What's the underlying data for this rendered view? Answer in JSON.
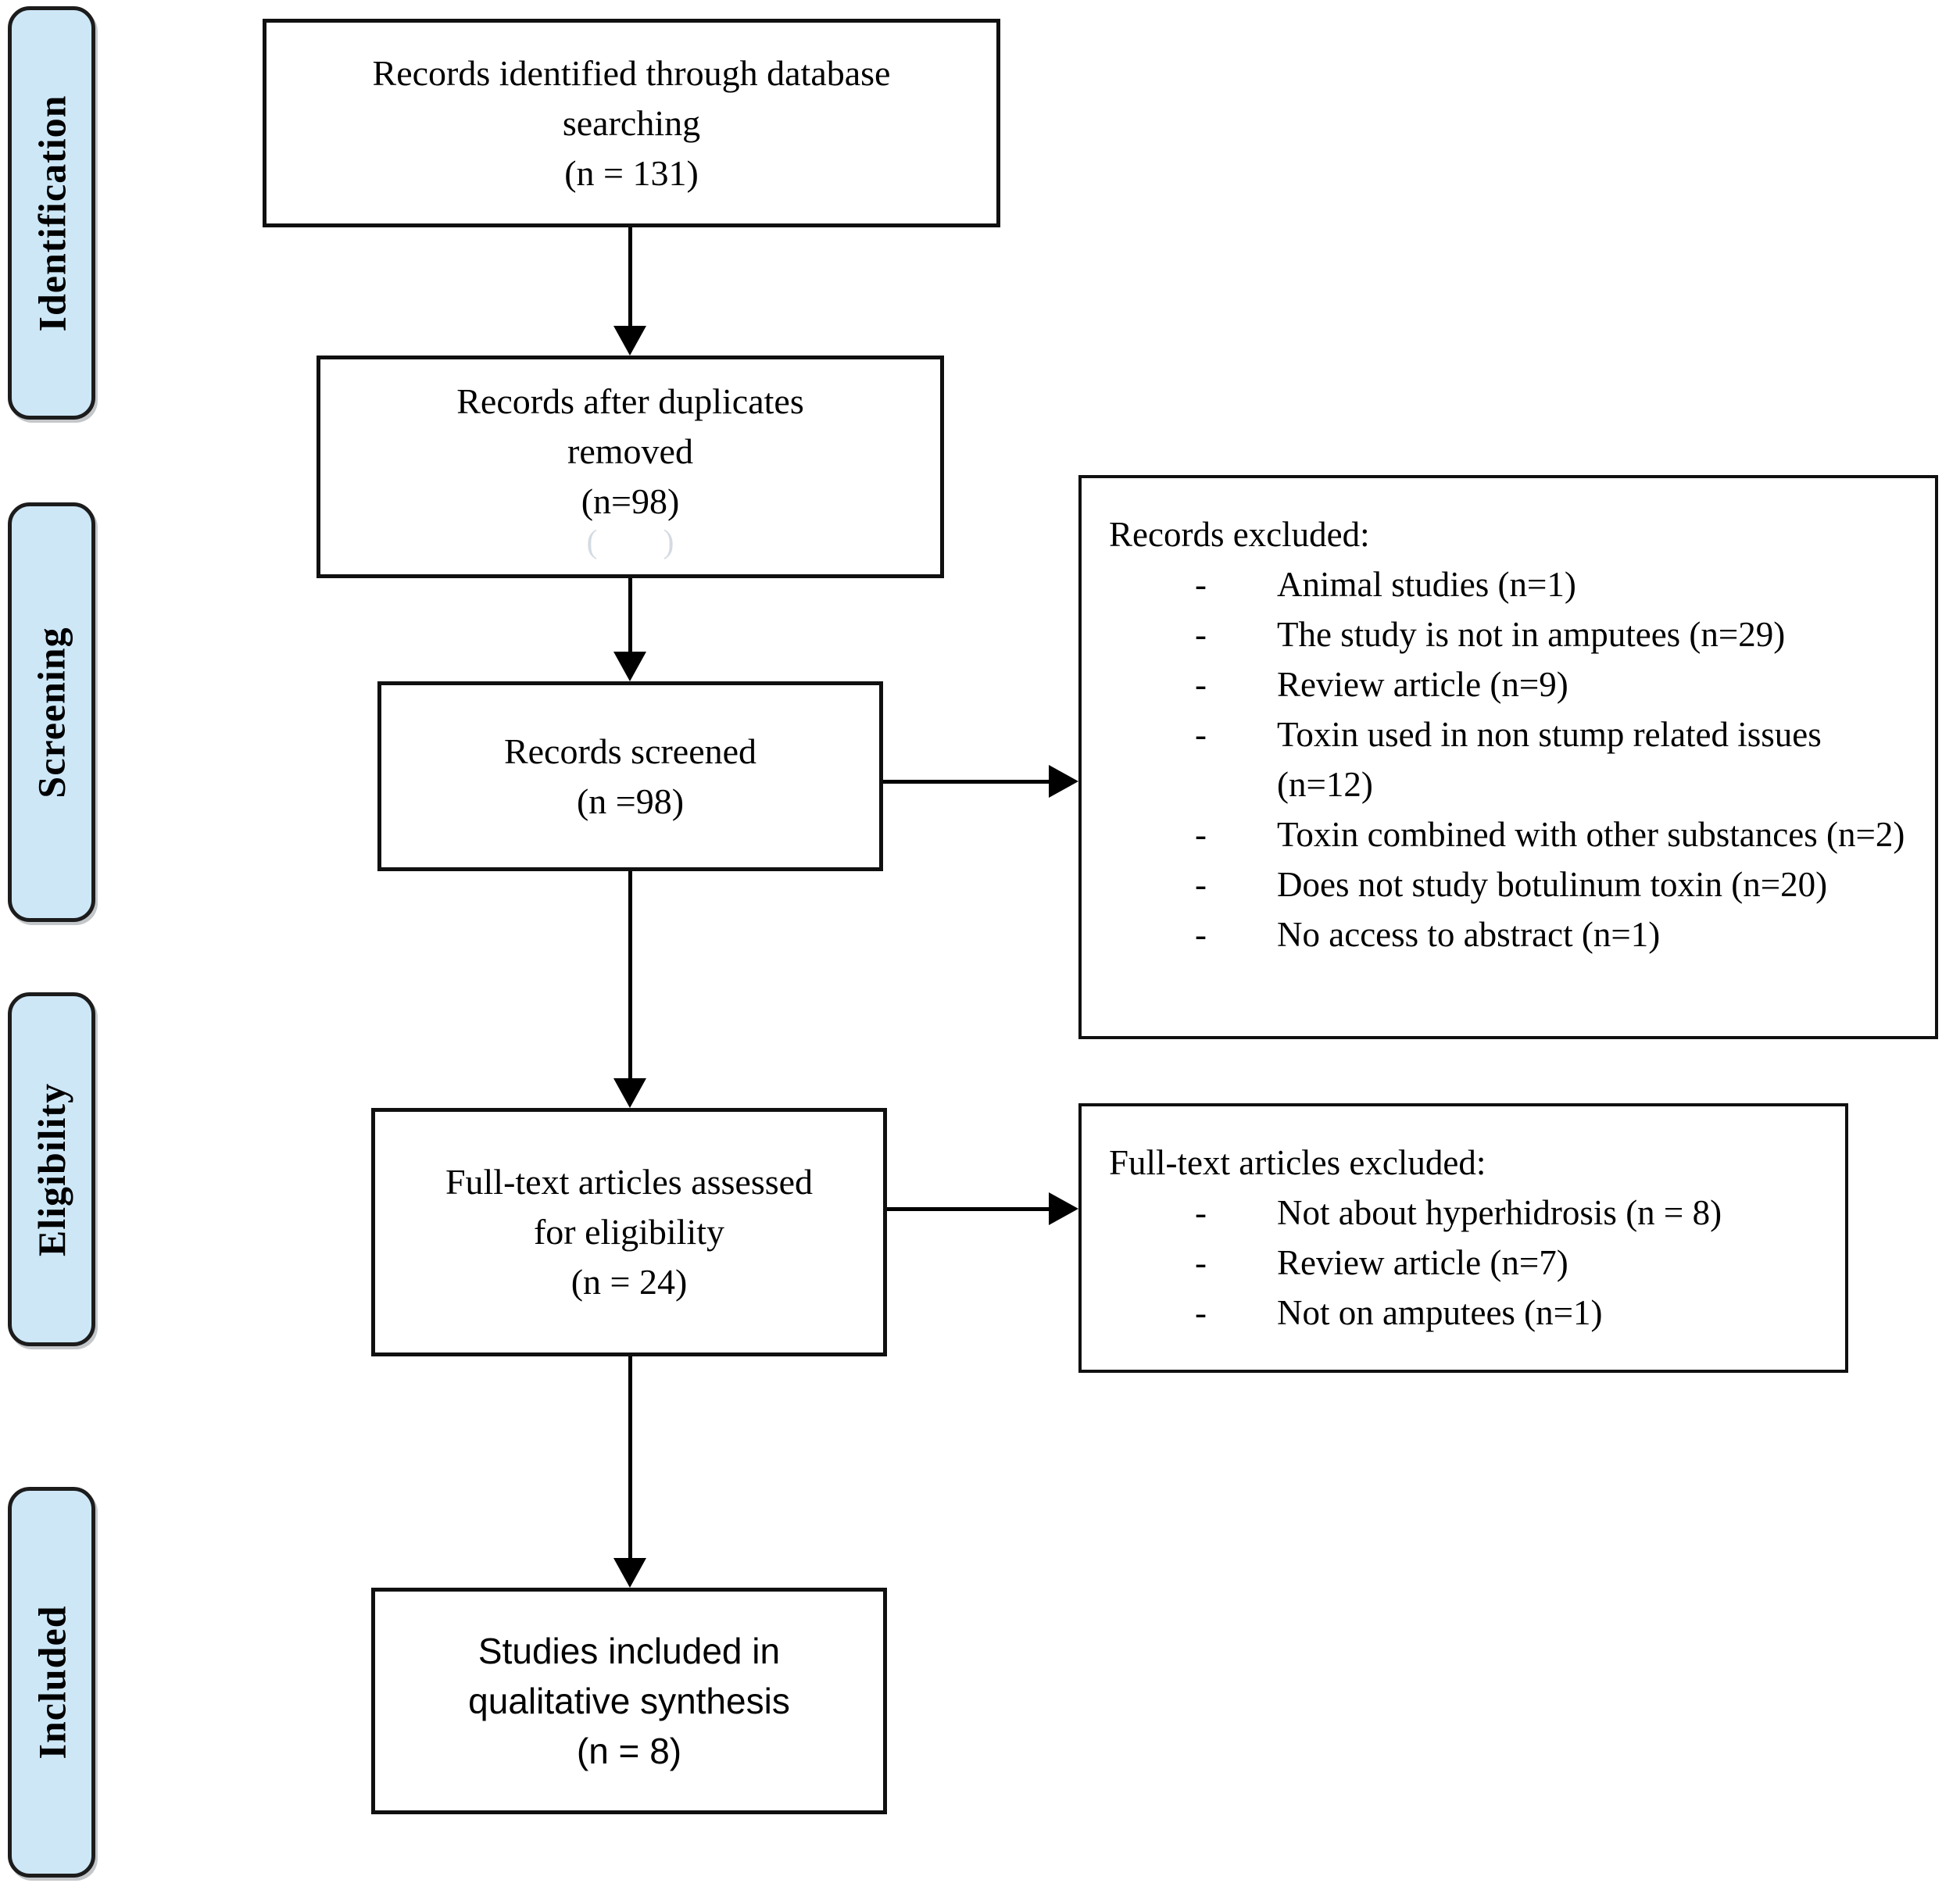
{
  "colors": {
    "stage_fill": "#cde7f7",
    "border": "#101010",
    "background": "#ffffff"
  },
  "bullet_marker": "-",
  "sidebar": {
    "stages": [
      {
        "label": "Identification"
      },
      {
        "label": "Screening"
      },
      {
        "label": "Eligibility"
      },
      {
        "label": "Included"
      }
    ]
  },
  "flow": {
    "identified": {
      "lines": [
        "Records identified through database",
        "searching",
        "(n = 131)"
      ]
    },
    "duplicates_removed": {
      "lines": [
        "Records after duplicates",
        "removed",
        "(n=98)"
      ],
      "ghost": "(        )"
    },
    "screened": {
      "lines": [
        "Records screened",
        "(n =98)"
      ]
    },
    "fulltext_assessed": {
      "lines": [
        "Full-text articles assessed",
        "for eligibility",
        "(n = 24)"
      ]
    },
    "studies_included": {
      "lines": [
        "Studies included in",
        "qualitative synthesis",
        "(n = 8)"
      ]
    }
  },
  "exclusions": {
    "records_excluded": {
      "title": "Records excluded:",
      "items": [
        "Animal studies (n=1)",
        "The study is not in amputees (n=29)",
        "Review article (n=9)",
        "Toxin used in non stump related issues (n=12)",
        "Toxin combined with other substances (n=2)",
        "Does not study botulinum toxin (n=20)",
        "No access to abstract (n=1)"
      ]
    },
    "fulltext_excluded": {
      "title": "Full-text articles excluded:",
      "items": [
        "Not about hyperhidrosis (n = 8)",
        "Review article (n=7)",
        "Not on amputees (n=1)"
      ]
    }
  }
}
